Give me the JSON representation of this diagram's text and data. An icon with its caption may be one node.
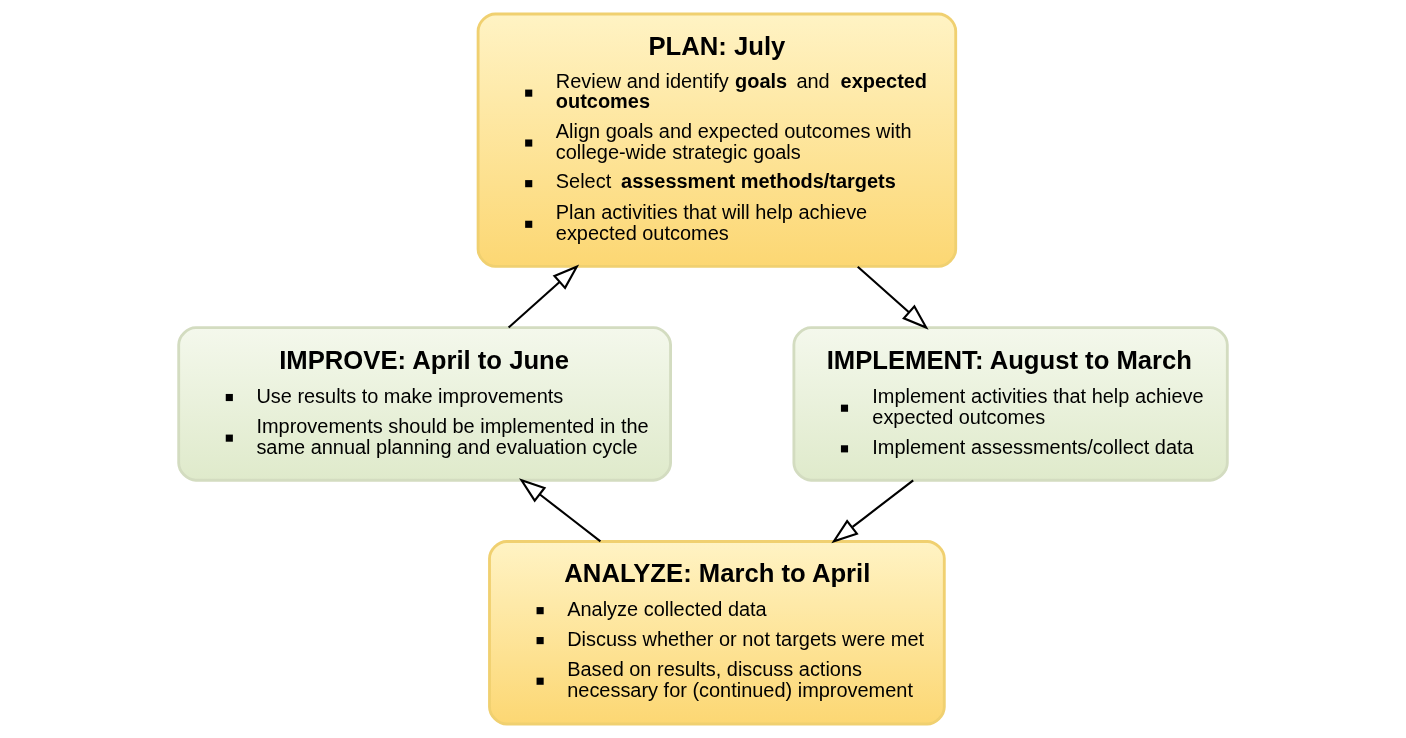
{
  "diagram": {
    "nodes": [
      {
        "text": [
          "PLAN: July",
          "Review and identify **goals** and **expected outcomes**",
          "Align goals and expected outcomes with college-wide strategic goals",
          "Select **assessment methods/targets**",
          "Plan activities that will help achieve expected outcomes"
        ]
      },
      {
        "text": [
          "IMPLEMENT: August to March",
          "Implement activities that help achieve expected outcomes",
          "Implement assessments/collect data"
        ]
      },
      {
        "text": [
          "ANALYZE: March to April",
          "Analyze collected data",
          "Discuss whether or not targets were met",
          "Based on results, discuss actions necessary for (continued) improvement"
        ]
      },
      {
        "text": [
          "IMPROVE: April to June",
          "Use results to make improvements",
          "Improvements should be implemented in the same annual planning and evaluation cycle"
        ]
      }
    ],
    "edges": [
      {
        "from": 0,
        "to": 1,
        "arrow": "to"
      },
      {
        "from": 1,
        "to": 2,
        "arrow": "to"
      },
      {
        "from": 2,
        "to": 3,
        "arrow": "to"
      },
      {
        "from": 3,
        "to": 0,
        "arrow": "to"
      }
    ]
  }
}
